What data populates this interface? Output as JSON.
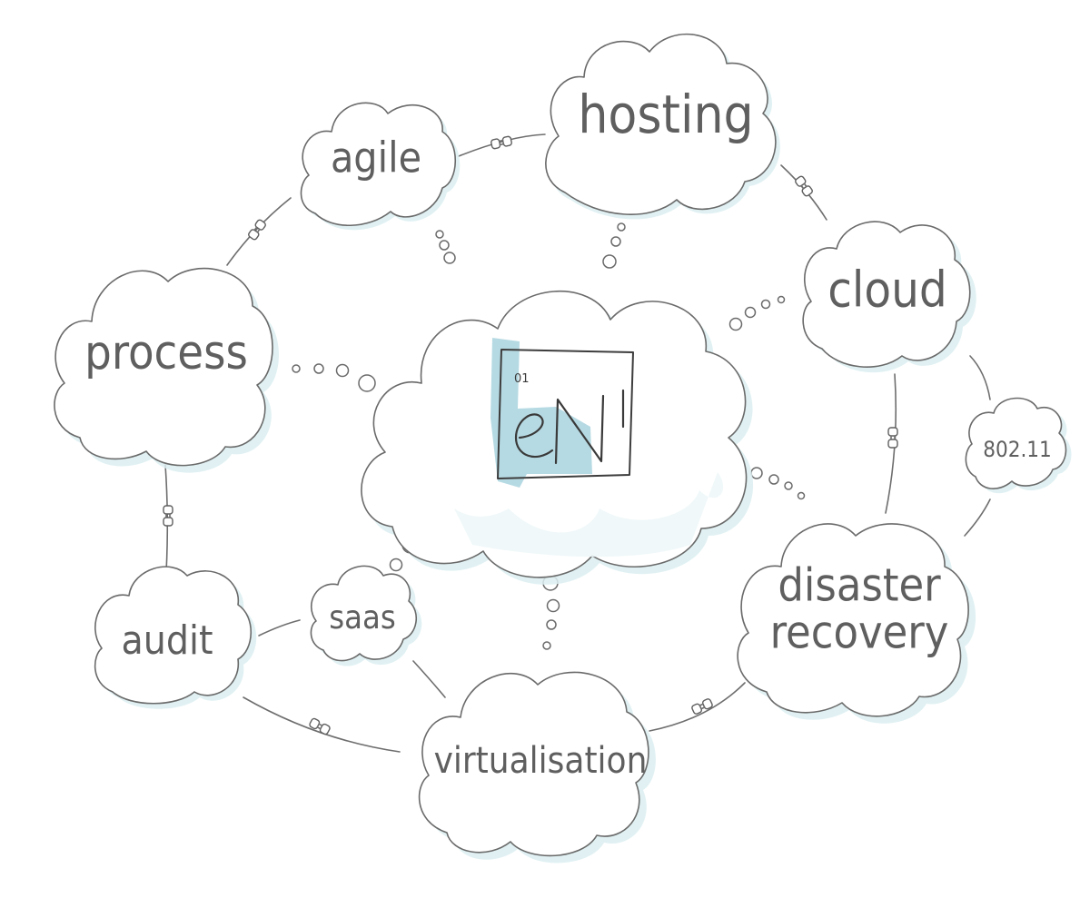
{
  "center": {
    "logo_sup": "01"
  },
  "clouds": {
    "hosting": "hosting",
    "agile": "agile",
    "cloud": "cloud",
    "process": "process",
    "wifi": "802.11",
    "disaster_line1": "disaster",
    "disaster_line2": "recovery",
    "audit": "audit",
    "saas": "saas",
    "virtualisation": "virtualisation"
  },
  "colors": {
    "cloud_tint": "#dceff1",
    "ink": "#5f5f5f",
    "logo_wash": "#a9d4de"
  }
}
